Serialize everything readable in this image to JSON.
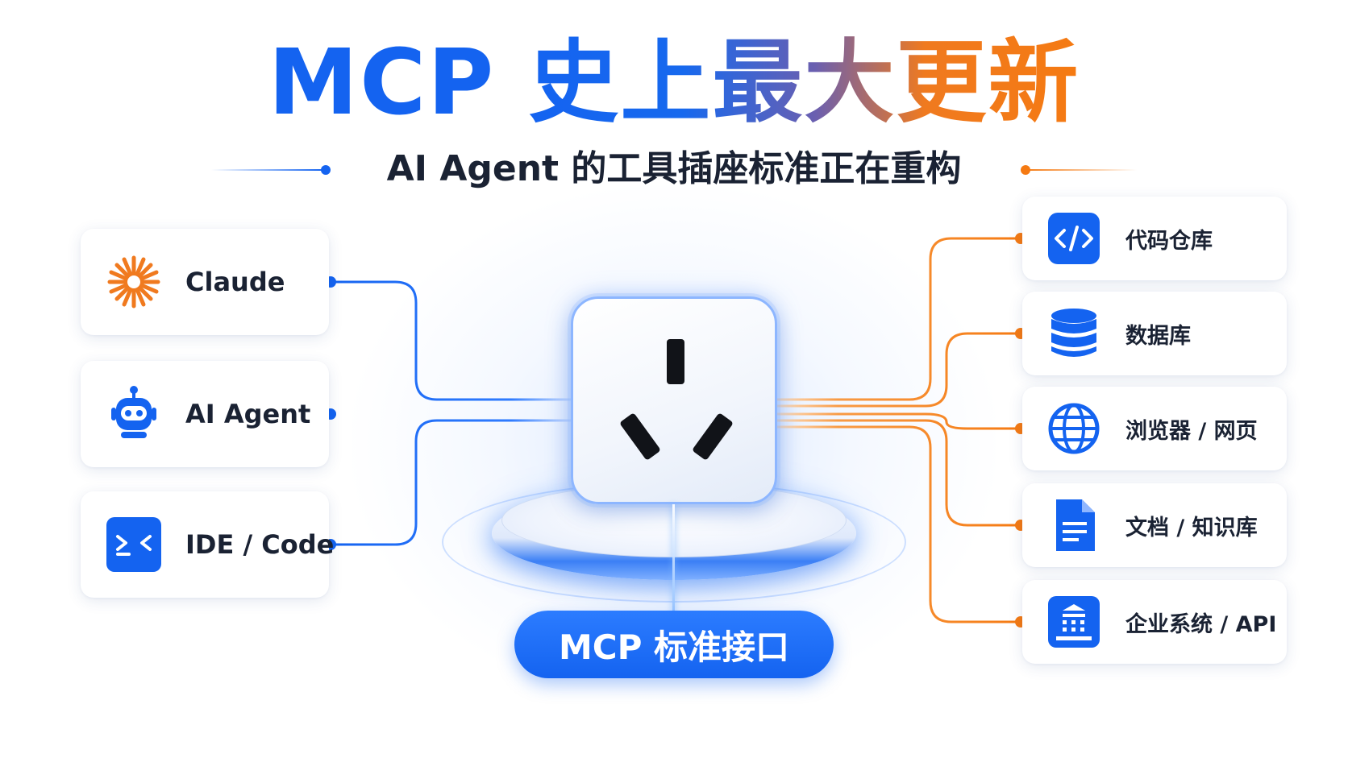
{
  "title": {
    "latin": "MCP",
    "chinese": "史上最大更新"
  },
  "subtitle": "AI Agent 的工具插座标准正在重构",
  "colors": {
    "blue": "#1463f0",
    "orange": "#f57a12",
    "text": "#1a2233"
  },
  "left_clients": [
    {
      "label": "Claude",
      "icon": "claude-sunburst-icon"
    },
    {
      "label": "AI Agent",
      "icon": "robot-icon"
    },
    {
      "label": "IDE / Code",
      "icon": "ide-terminal-icon"
    }
  ],
  "right_resources": [
    {
      "label": "代码仓库",
      "icon": "code-icon"
    },
    {
      "label": "数据库",
      "icon": "database-icon"
    },
    {
      "label": "浏览器 / 网页",
      "icon": "globe-icon"
    },
    {
      "label": "文档 / 知识库",
      "icon": "document-icon"
    },
    {
      "label": "企业系统 / API",
      "icon": "building-icon"
    }
  ],
  "center": {
    "label": "MCP 标准接口",
    "icon": "power-socket-icon"
  }
}
